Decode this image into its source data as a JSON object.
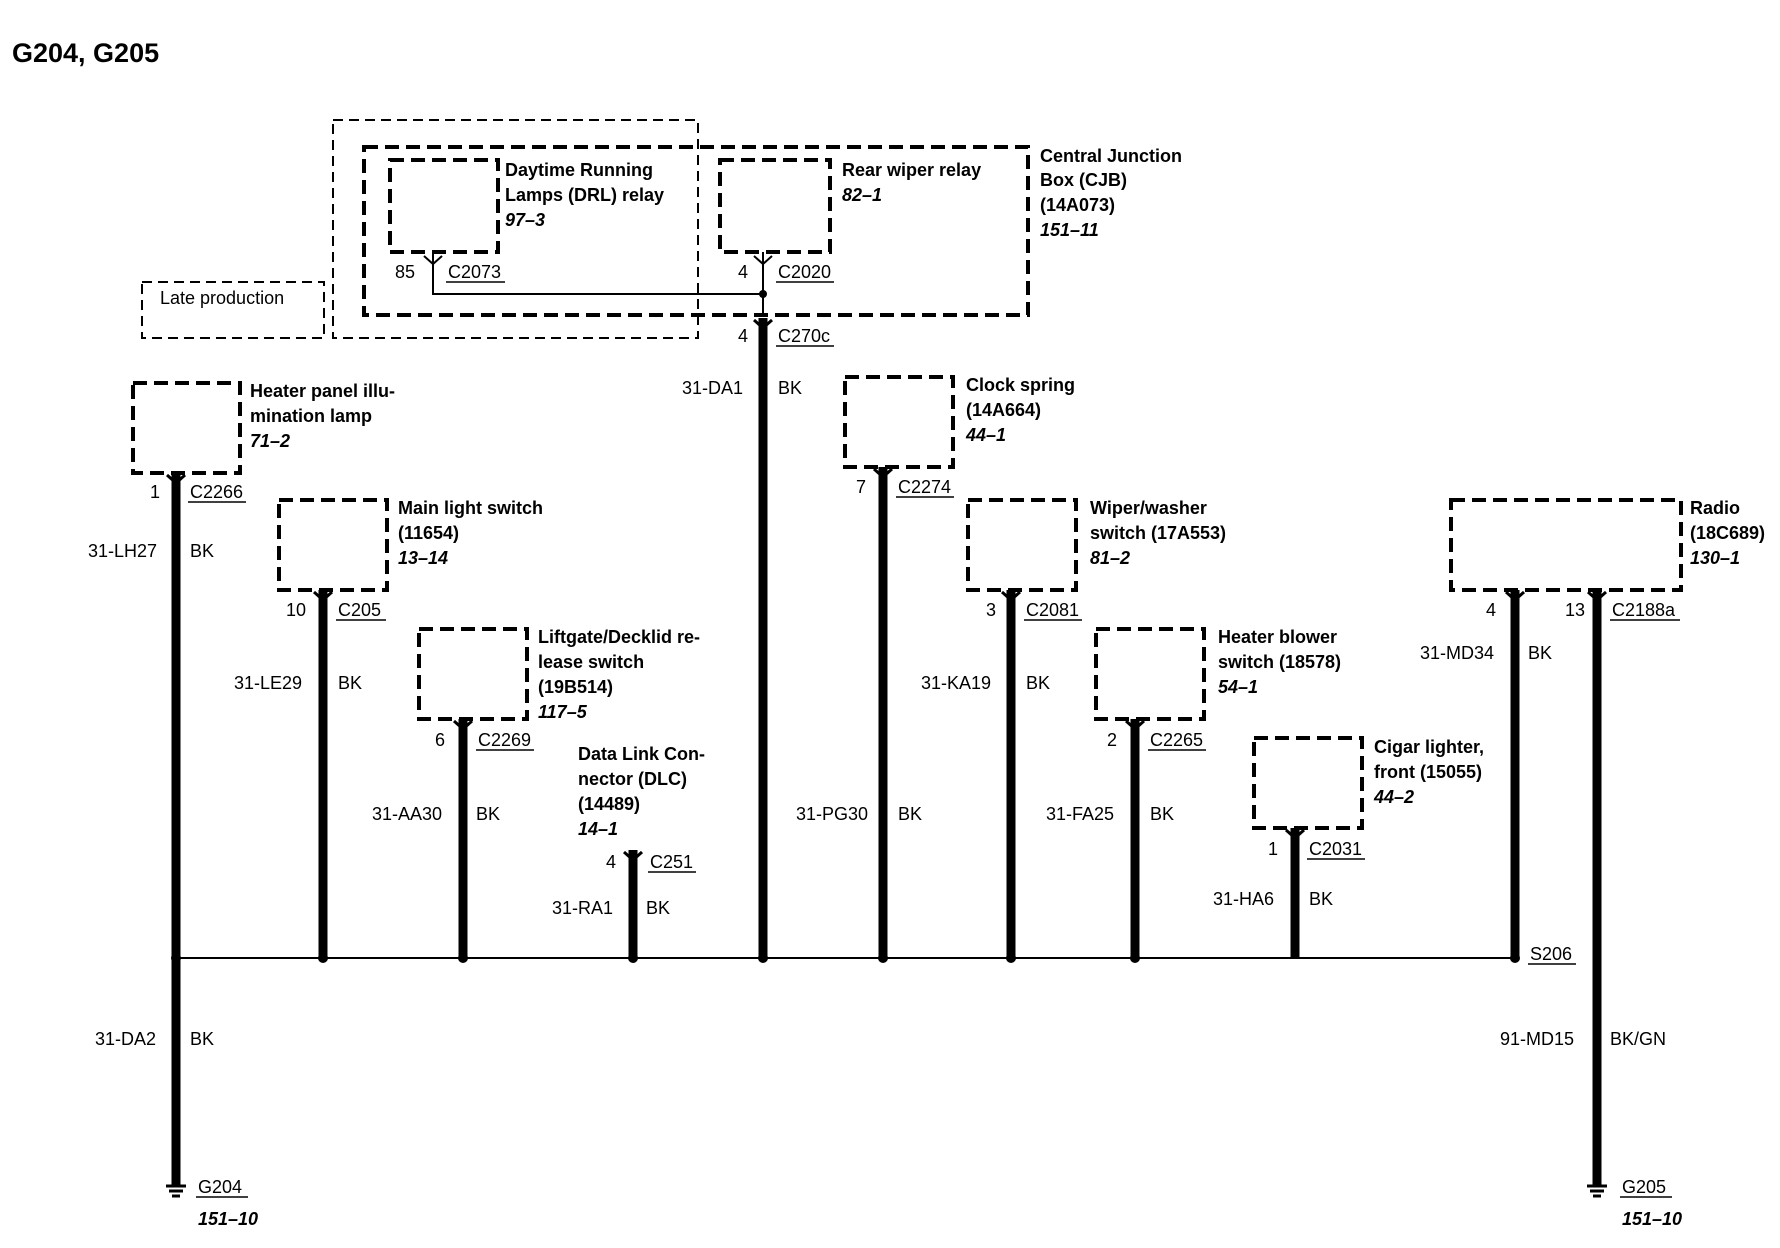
{
  "title": "G204, G205",
  "late_production": "Late production",
  "components": {
    "drl_relay": {
      "line1": "Daytime Running",
      "line2": "Lamps (DRL) relay",
      "ref": "97–3",
      "pin": "85",
      "connector": "C2073"
    },
    "rear_wiper_relay": {
      "line1": "Rear wiper relay",
      "ref": "82–1",
      "pin": "4",
      "connector": "C2020"
    },
    "cjb": {
      "line1": "Central Junction",
      "line2": "Box (CJB)",
      "line3": "(14A073)",
      "ref": "151–11",
      "pin": "4",
      "connector": "C270c",
      "wire": "31-DA1",
      "color": "BK"
    },
    "heater_panel_lamp": {
      "line1": "Heater panel illu-",
      "line2": "mination lamp",
      "ref": "71–2",
      "pin": "1",
      "connector": "C2266",
      "wire": "31-LH27",
      "color": "BK"
    },
    "main_light_switch": {
      "line1": "Main light switch",
      "line2": "(11654)",
      "ref": "13–14",
      "pin": "10",
      "connector": "C205",
      "wire": "31-LE29",
      "color": "BK"
    },
    "liftgate_switch": {
      "line1": "Liftgate/Decklid re-",
      "line2": "lease switch",
      "line3": "(19B514)",
      "ref": "117–5",
      "pin": "6",
      "connector": "C2269",
      "wire": "31-AA30",
      "color": "BK"
    },
    "dlc": {
      "line1": "Data Link Con-",
      "line2": "nector (DLC)",
      "line3": "(14489)",
      "ref": "14–1",
      "pin": "4",
      "connector": "C251",
      "wire": "31-RA1",
      "color": "BK"
    },
    "clock_spring": {
      "line1": "Clock spring",
      "line2": "(14A664)",
      "ref": "44–1",
      "pin": "7",
      "connector": "C2274",
      "wire": "31-PG30",
      "color": "BK"
    },
    "wiper_washer_switch": {
      "line1": "Wiper/washer",
      "line2": "switch (17A553)",
      "ref": "81–2",
      "pin": "3",
      "connector": "C2081",
      "wire": "31-KA19",
      "color": "BK"
    },
    "heater_blower_switch": {
      "line1": "Heater blower",
      "line2": "switch (18578)",
      "ref": "54–1",
      "pin": "2",
      "connector": "C2265",
      "wire": "31-FA25",
      "color": "BK"
    },
    "cigar_lighter": {
      "line1": "Cigar lighter,",
      "line2": "front (15055)",
      "ref": "44–2",
      "pin": "1",
      "connector": "C2031",
      "wire": "31-HA6",
      "color": "BK"
    },
    "radio": {
      "line1": "Radio",
      "line2": "(18C689)",
      "ref": "130–1",
      "pin_a": "4",
      "pin_b": "13",
      "connector": "C2188a",
      "wire_a": "31-MD34",
      "color_a": "BK",
      "wire_b": "91-MD15",
      "color_b": "BK/GN"
    }
  },
  "splice": "S206",
  "grounds": {
    "g204": {
      "name": "G204",
      "ref": "151–10",
      "wire": "31-DA2",
      "color": "BK"
    },
    "g205": {
      "name": "G205",
      "ref": "151–10"
    }
  }
}
